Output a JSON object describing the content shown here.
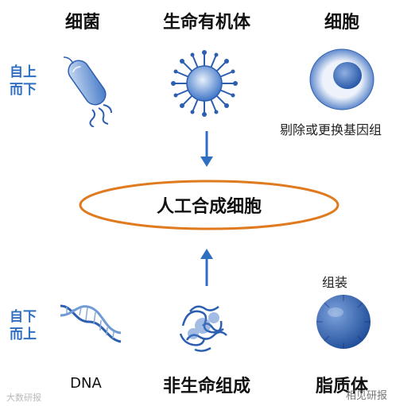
{
  "top": {
    "headings": [
      "细菌",
      "生命有机体",
      "细胞"
    ],
    "side_label_line1": "自上",
    "side_label_line2": "而下",
    "cell_note": "剔除或更换基因组"
  },
  "center": {
    "label": "人工合成细胞"
  },
  "bottom": {
    "side_label_line1": "自下",
    "side_label_line2": "而上",
    "assemble_note": "组装",
    "labels": [
      "DNA",
      "非生命组成",
      "脂质体"
    ]
  },
  "watermarks": {
    "left": "大数研报",
    "right": "相见研报"
  },
  "colors": {
    "arrow": "#2f6fc2",
    "ellipse": "#e07a1f",
    "icon_blue": "#2d5fb0"
  }
}
